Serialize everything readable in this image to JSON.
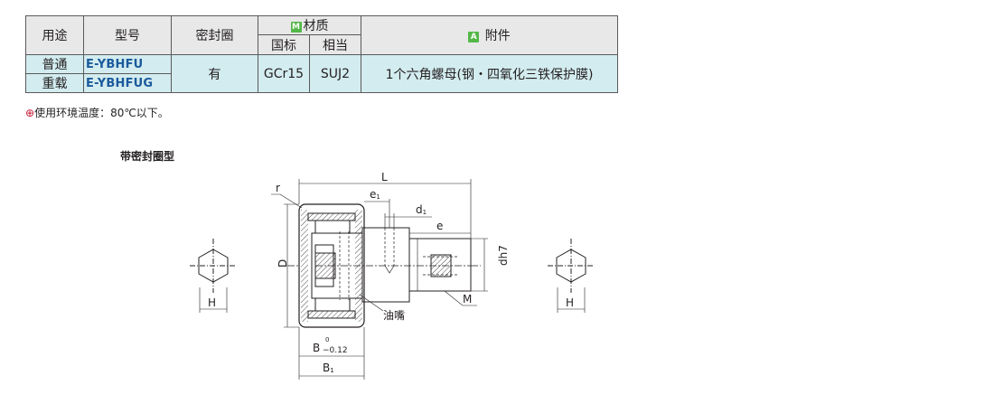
{
  "table": {
    "headers": {
      "usage": "用途",
      "model": "型号",
      "seal": "密封圈",
      "material": "材质",
      "material_badge": "M",
      "material_std": "国标",
      "material_equiv": "相当",
      "accessory": "附件",
      "accessory_badge": "A"
    },
    "rows": [
      {
        "usage": "普通",
        "model": "E-YBHFU"
      },
      {
        "usage": "重载",
        "model": "E-YBHFUG"
      }
    ],
    "seal_value": "有",
    "material_std_value": "GCr15",
    "material_equiv_value": "SUJ2",
    "accessory_value": "1个六角螺母(钢・四氧化三铁保护膜)"
  },
  "note": {
    "icon": "warning-icon",
    "text": "使用环境温度：80℃以下。"
  },
  "drawing": {
    "title": "带密封圈型",
    "labels": {
      "L": "L",
      "r": "r",
      "e1": "e",
      "e1_sub": "1",
      "d1": "d",
      "d1_sub": "1",
      "e": "e",
      "D": "D",
      "dh7": "dh7",
      "oil": "油嘴",
      "M": "M",
      "H_left": "H",
      "H_right": "H",
      "B": "B",
      "B_tol_upper": "0",
      "B_tol_lower": "−0.12",
      "B1": "B",
      "B1_sub": "1"
    }
  }
}
